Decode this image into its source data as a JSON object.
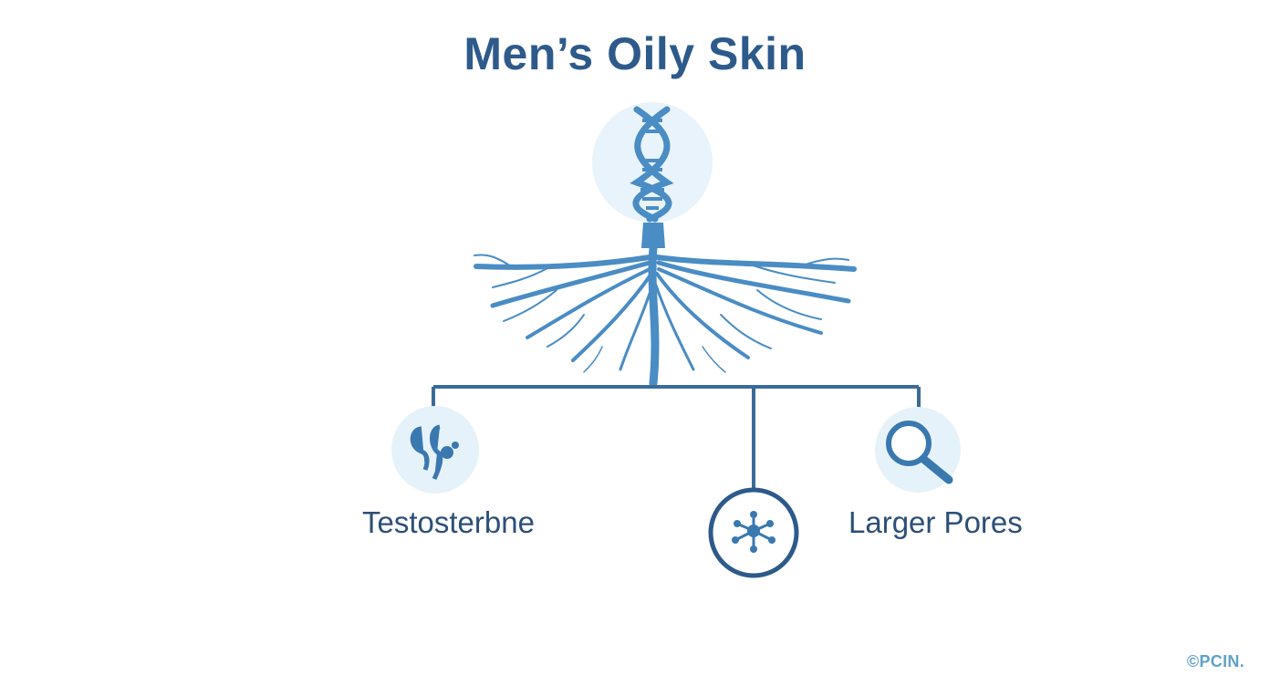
{
  "diagram": {
    "title": "Men’s Oily Skin",
    "nodes": [
      {
        "id": "testosterone",
        "label": "Testosterbne",
        "icon": "hormone-droplets-icon"
      },
      {
        "id": "center",
        "label": "",
        "icon": "molecule-network-icon"
      },
      {
        "id": "pores",
        "label": "Larger Pores",
        "icon": "magnifier-icon"
      }
    ],
    "root_icon": "dna-helix-icon",
    "roots_icon": "root-system-icon",
    "watermark": "©PCIN."
  },
  "colors": {
    "primary": "#2d5a8a",
    "accent": "#4a8cc4",
    "soft_circle": "#e6f2fa",
    "line": "#3a6b99"
  }
}
